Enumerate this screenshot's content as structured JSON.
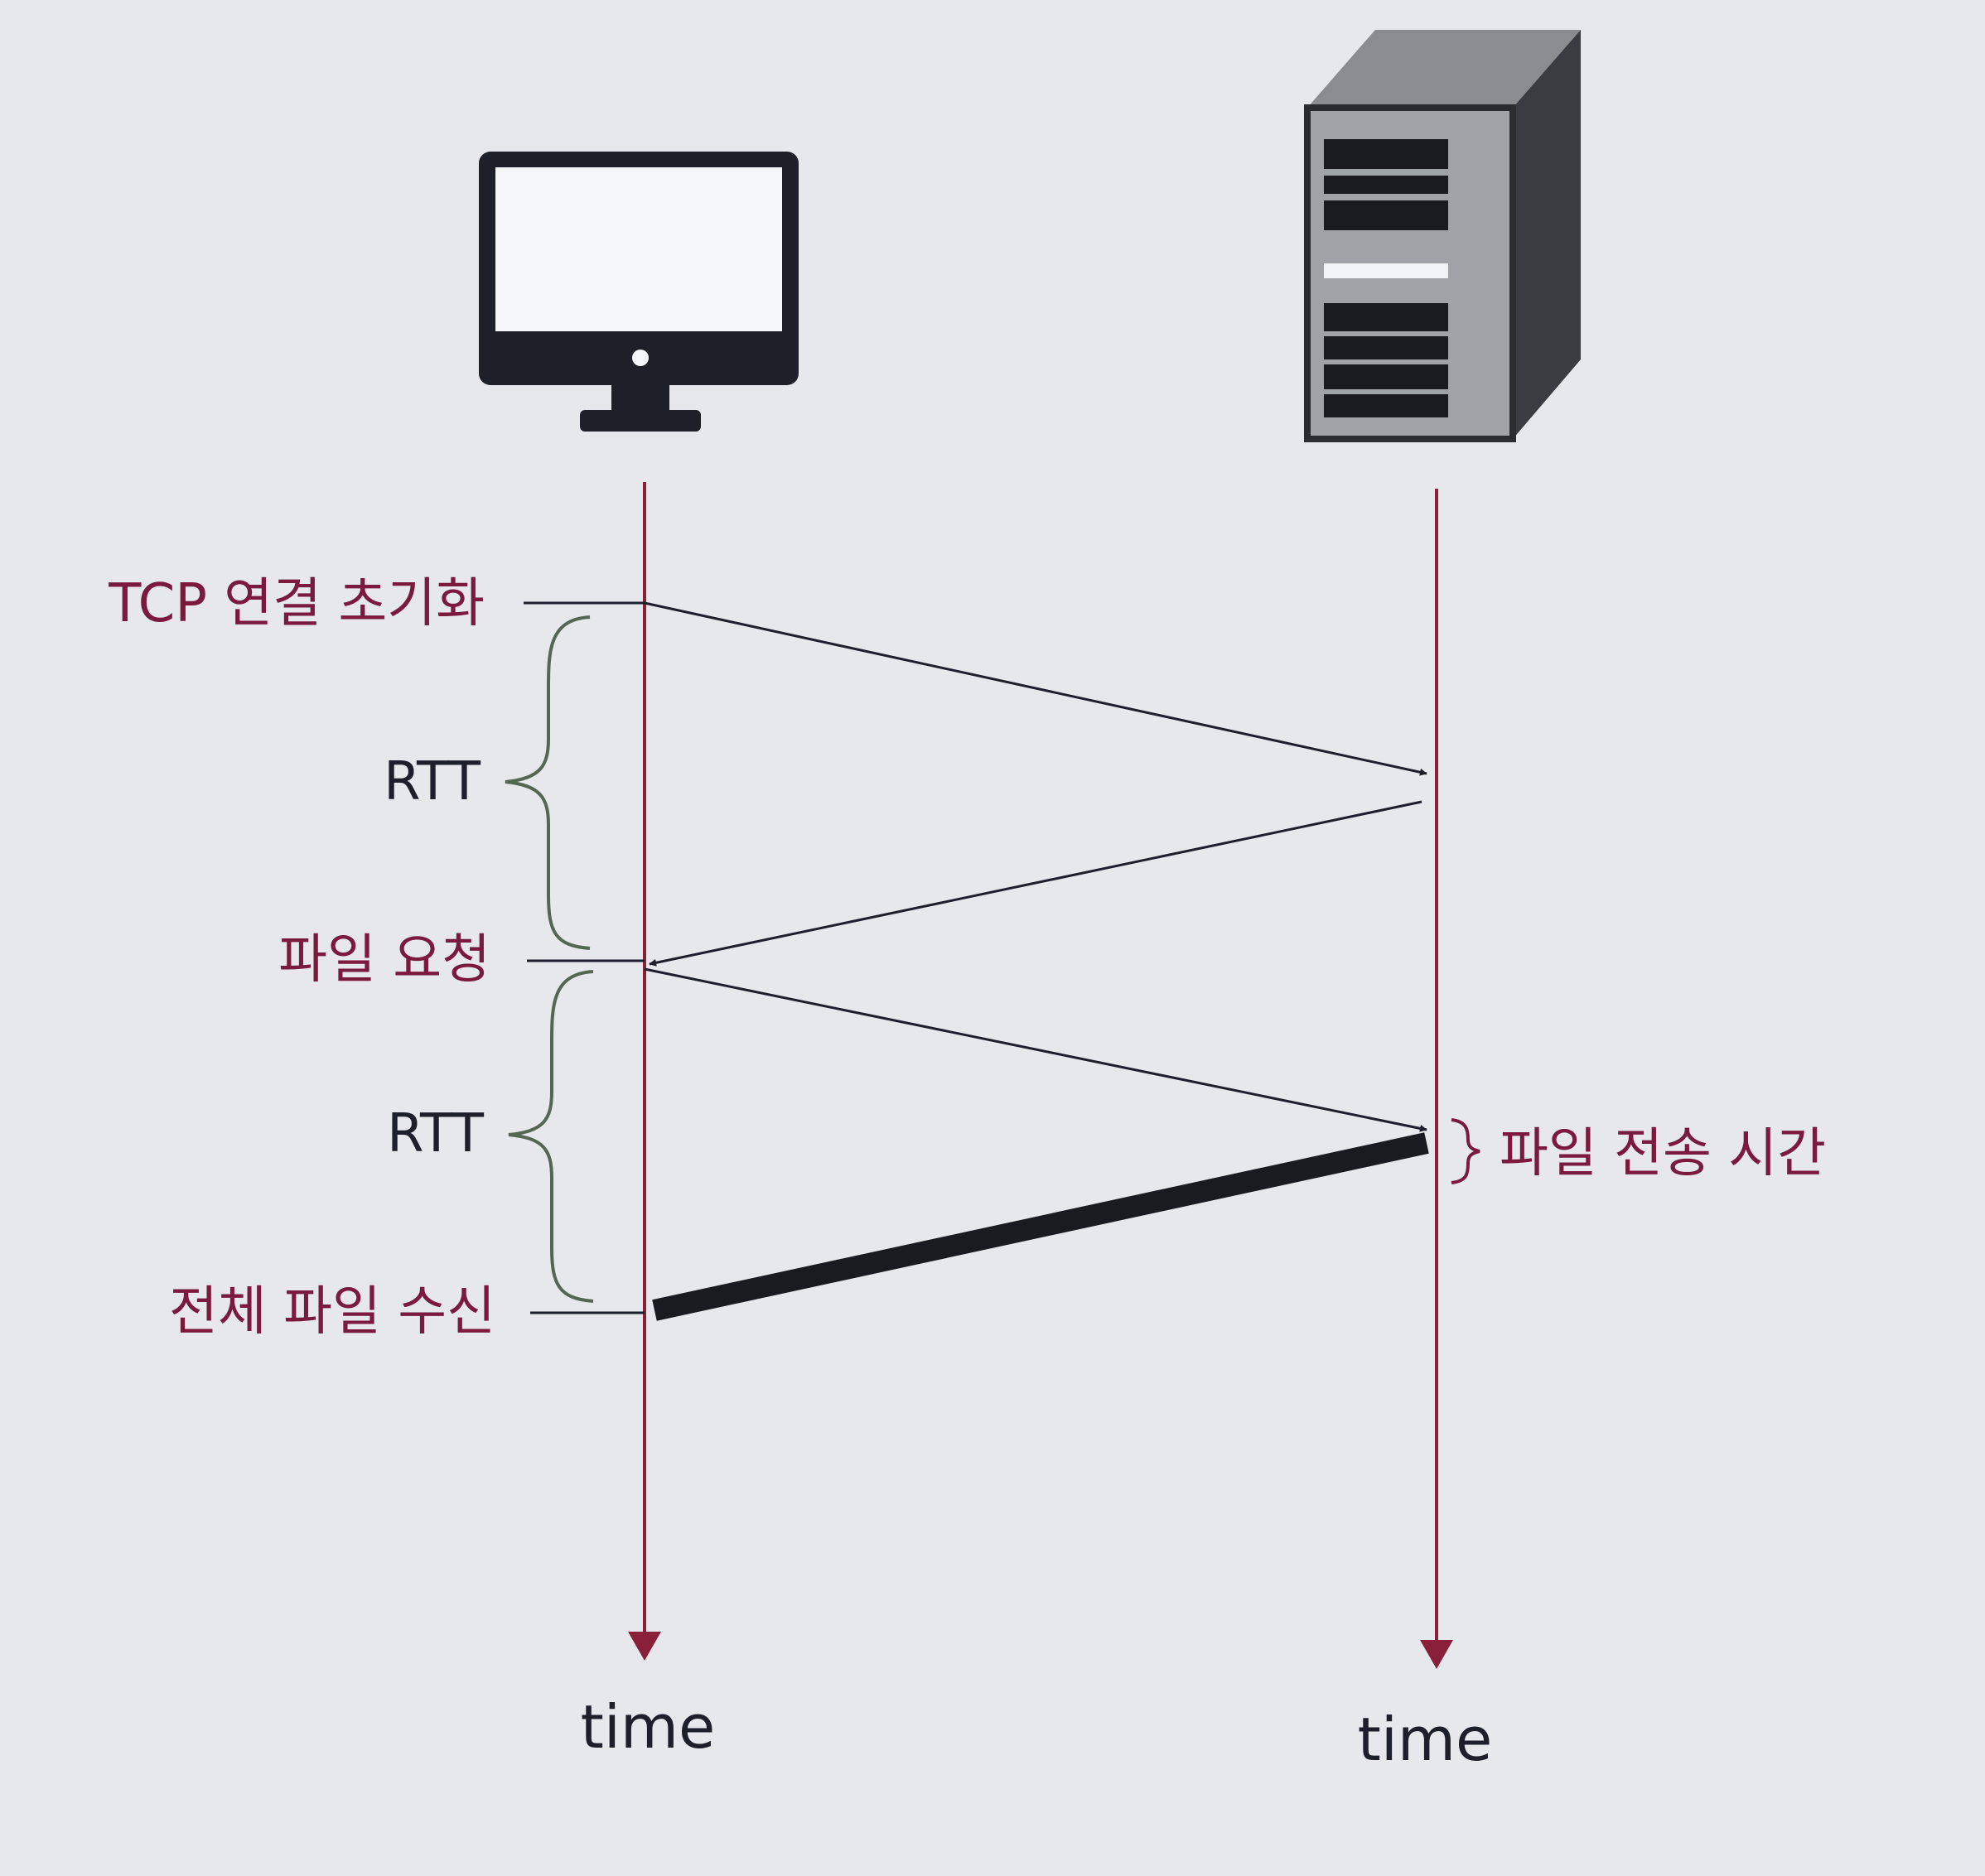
{
  "diagram": {
    "events": {
      "tcp_init": "TCP 연결 초기화",
      "file_request": "파일 요청",
      "file_received": "전체 파일 수신",
      "transfer_time": "파일 전송 시간"
    },
    "intervals": {
      "rtt_1": "RTT",
      "rtt_2": "RTT"
    },
    "axes": {
      "client_time": "time",
      "server_time": "time"
    },
    "nodes": {
      "client_icon": "monitor-icon",
      "server_icon": "server-tower-icon"
    },
    "colors": {
      "background": "#e6e8ec",
      "timeline": "#8a1f3a",
      "label_red": "#7a1a3c",
      "label_dark": "#1d1f2b",
      "message": "#1d1f2b",
      "brace": "#556655"
    }
  }
}
